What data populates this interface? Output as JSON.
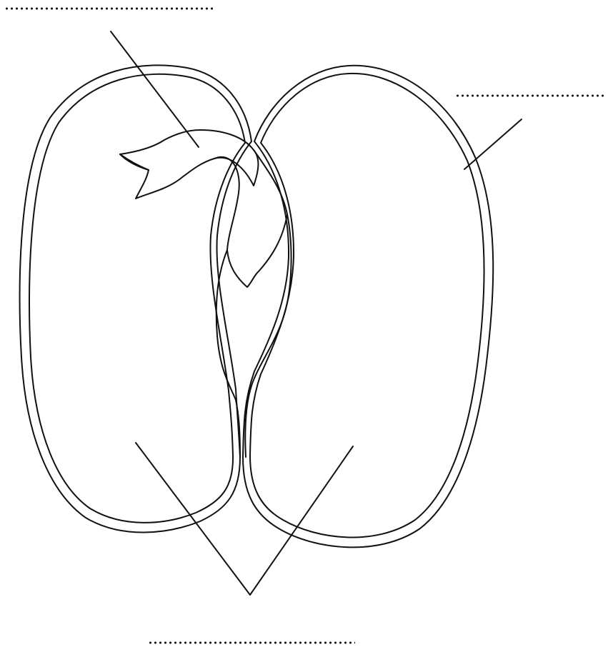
{
  "diagram": {
    "labels": [
      {
        "id": "top-left",
        "text": ""
      },
      {
        "id": "top-right",
        "text": ""
      },
      {
        "id": "bottom",
        "text": ""
      }
    ],
    "colors": {
      "stroke": "#111111",
      "background": "#ffffff"
    }
  }
}
